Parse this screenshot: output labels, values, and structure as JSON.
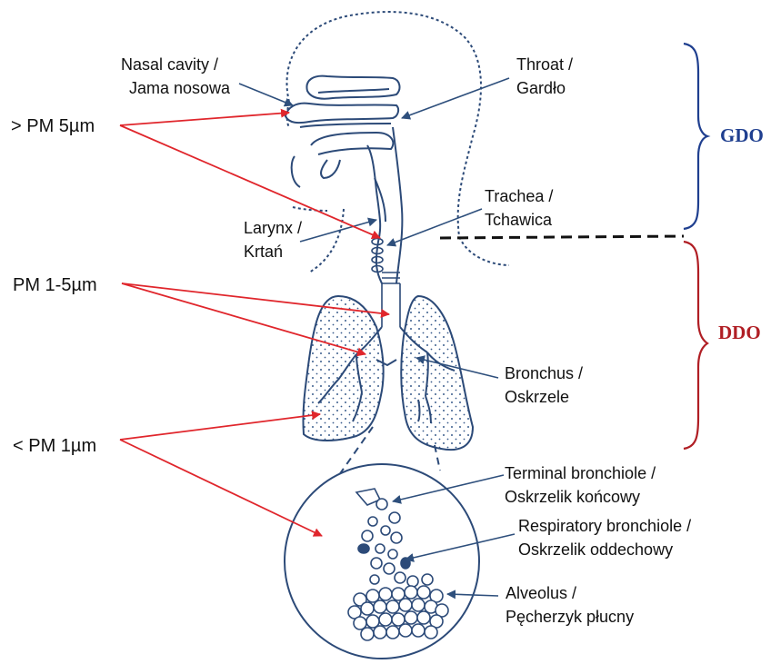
{
  "labels": {
    "nasal": {
      "en": "Nasal cavity /",
      "pl": "Jama nosowa"
    },
    "throat": {
      "en": "Throat /",
      "pl": "Gardło"
    },
    "trachea": {
      "en": "Trachea /",
      "pl": "Tchawica"
    },
    "larynx": {
      "en": "Larynx /",
      "pl": "Krtań"
    },
    "bronchus": {
      "en": "Bronchus /",
      "pl": "Oskrzele"
    },
    "terminal": {
      "en": "Terminal bronchiole /",
      "pl": "Oskrzelik końcowy"
    },
    "respiratory": {
      "en": "Respiratory bronchiole /",
      "pl": "Oskrzelik oddechowy"
    },
    "alveolus": {
      "en": "Alveolus /",
      "pl": "Pęcherzyk płucny"
    }
  },
  "particles": {
    "pm5": "> PM 5µm",
    "pm15": "PM 1-5µm",
    "pm1": "< PM 1µm"
  },
  "zones": {
    "upper": {
      "label": "GDO",
      "color": "#1f3f8f"
    },
    "lower": {
      "label": "DDO",
      "color": "#b01e24"
    }
  },
  "colors": {
    "arrow_red": "#e0262c",
    "line_blue": "#2e4f7c",
    "outline": "#2c4a78"
  }
}
